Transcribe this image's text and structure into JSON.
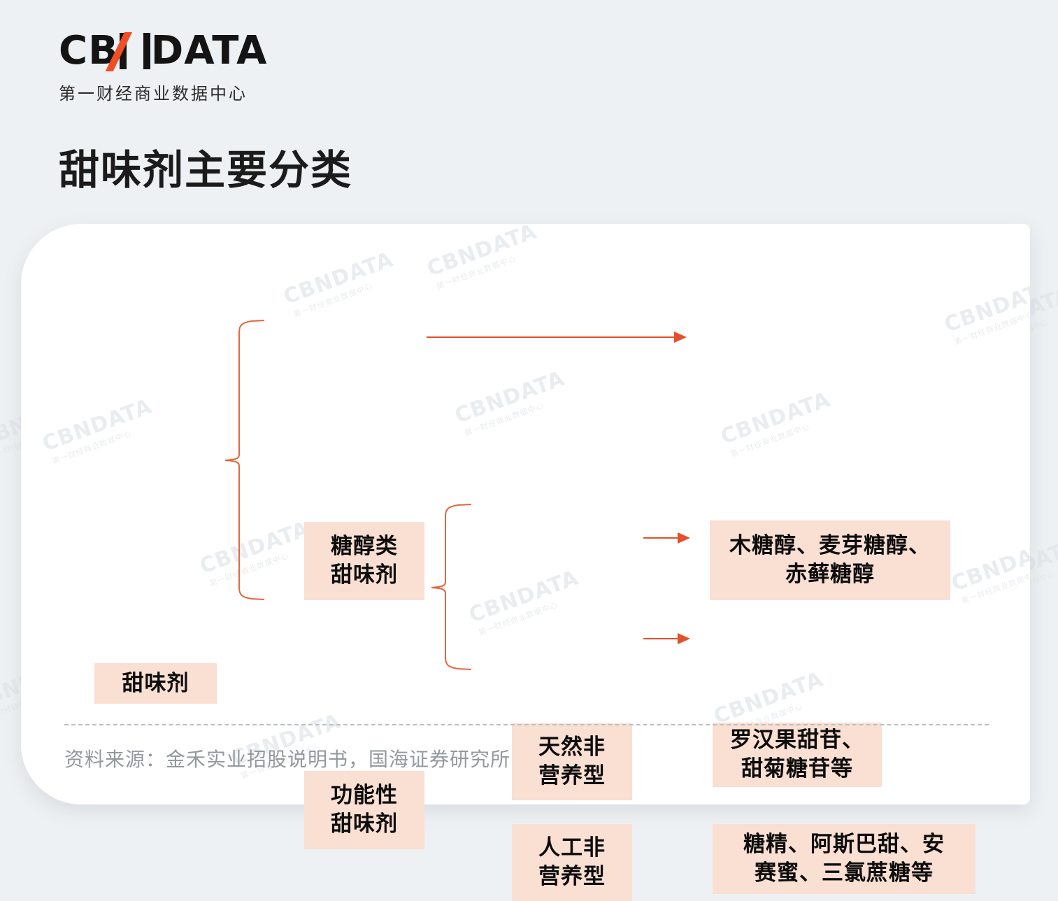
{
  "brand": {
    "logo_part1": "CB",
    "logo_n": "N",
    "logo_part2": "DATA",
    "subtitle": "第一财经商业数据中心",
    "accent_color": "#f04e23"
  },
  "page": {
    "title": "甜味剂主要分类",
    "background_color": "#eef1f3",
    "card_color": "#ffffff"
  },
  "watermark": {
    "main": "CBNDATA",
    "sub": "第一财经商业数据中心"
  },
  "diagram": {
    "node_fill": "#fadfd3",
    "connector_color": "#e0673f",
    "arrow_color": "#e25127",
    "root": {
      "label": "甜味剂"
    },
    "level1": [
      {
        "id": "sugar-alcohol",
        "label": "糖醇类\n甜味剂",
        "line1": "糖醇类",
        "line2": "甜味剂"
      },
      {
        "id": "functional",
        "label": "功能性\n甜味剂",
        "line1": "功能性",
        "line2": "甜味剂"
      }
    ],
    "level2": [
      {
        "id": "natural-non-nutritive",
        "line1": "天然非",
        "line2": "营养型"
      },
      {
        "id": "artificial-non-nutritive",
        "line1": "人工非",
        "line2": "营养型"
      }
    ],
    "leaves": [
      {
        "id": "sugar-alcohol-examples",
        "line1": "木糖醇、麦芽糖醇、",
        "line2": "赤藓糖醇"
      },
      {
        "id": "natural-examples",
        "line1": "罗汉果甜苷、",
        "line2": "甜菊糖苷等"
      },
      {
        "id": "artificial-examples",
        "line1": "糖精、阿斯巴甜、安",
        "line2": "赛蜜、三氯蔗糖等"
      }
    ]
  },
  "footer": {
    "source": "资料来源：金禾实业招股说明书，国海证券研究所"
  }
}
